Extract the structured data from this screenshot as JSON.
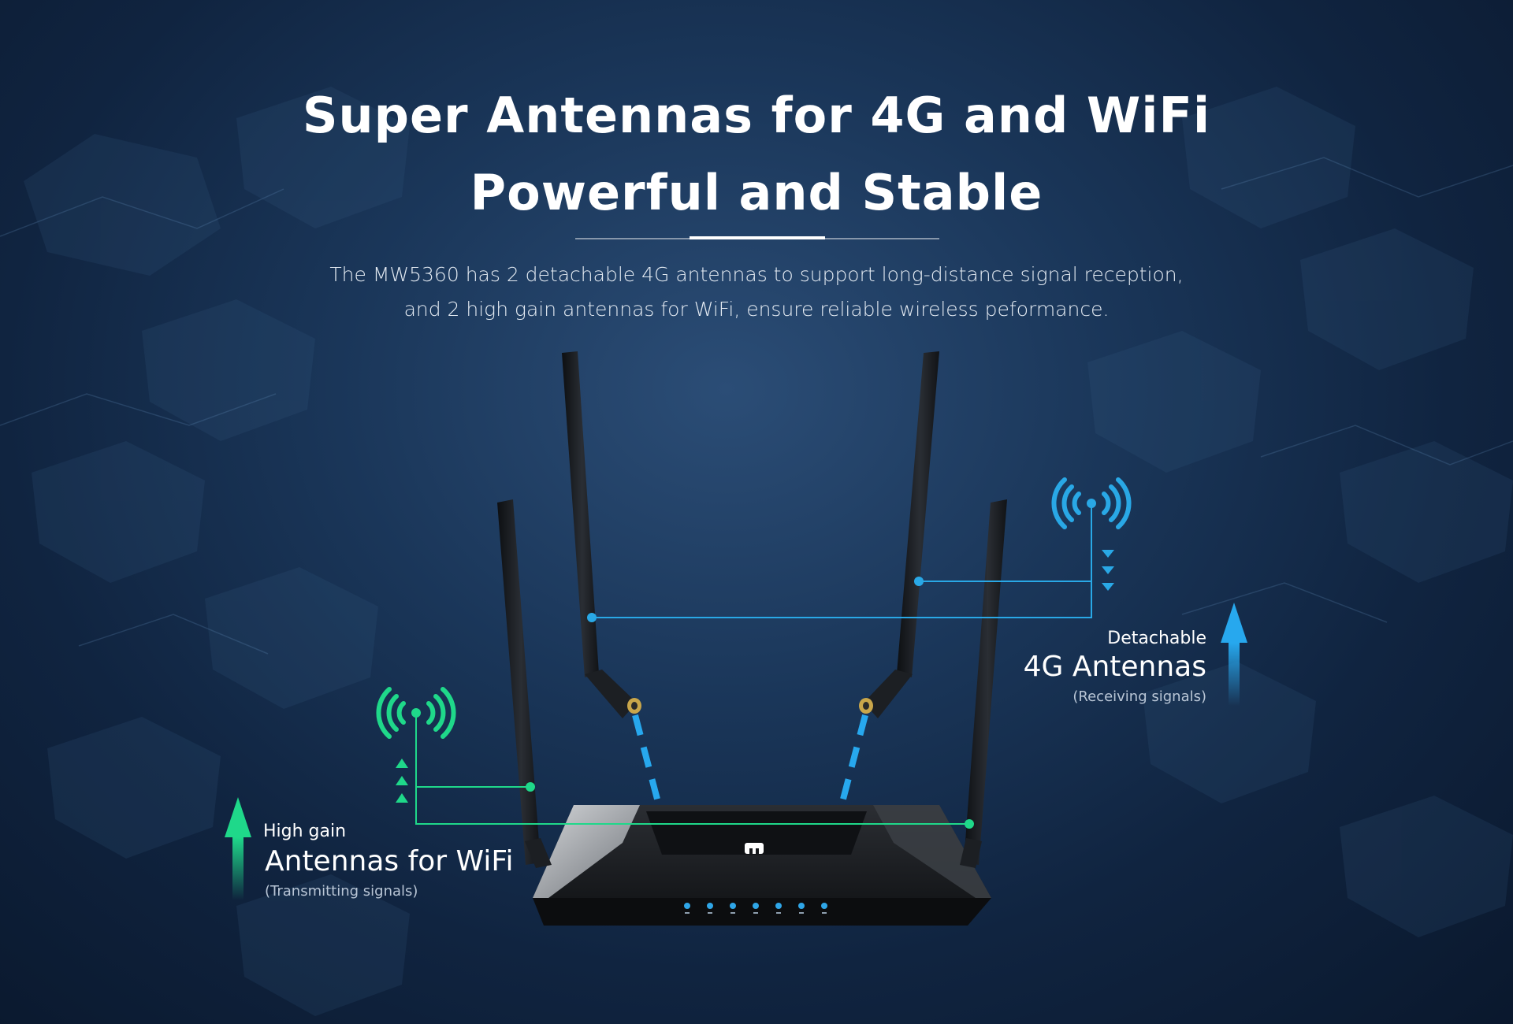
{
  "title": {
    "line1": "Super Antennas for 4G and WiFi",
    "line2": "Powerful and Stable"
  },
  "description": {
    "line1": "The MW5360 has 2 detachable 4G antennas  to support long-distance signal reception,",
    "line2": "and 2 high gain antennas for WiFi, ensure reliable wireless peformance."
  },
  "lte_callout": {
    "small": "Detachable",
    "big": "4G Antennas",
    "sub": "(Receiving signals)"
  },
  "wifi_callout": {
    "small": "High gain",
    "big": "Antennas for WiFi",
    "sub": "(Transmitting signals)"
  },
  "colors": {
    "lte": "#29a8e6",
    "wifi": "#1fd88a",
    "background": "#132b4a",
    "router": "#1a1c1f",
    "led": "#2fa6e8"
  },
  "icons": {
    "lte_signal": "signal-waves-icon",
    "wifi_signal": "signal-waves-icon",
    "lte_arrow": "arrow-up-icon",
    "wifi_arrow": "arrow-up-icon",
    "router_logo": "brand-logo-icon",
    "status_leds": [
      "power-icon",
      "wifi-icon",
      "wan-icon",
      "lan-icon",
      "lan-icon",
      "network-icon",
      "signal-bars-icon"
    ]
  }
}
